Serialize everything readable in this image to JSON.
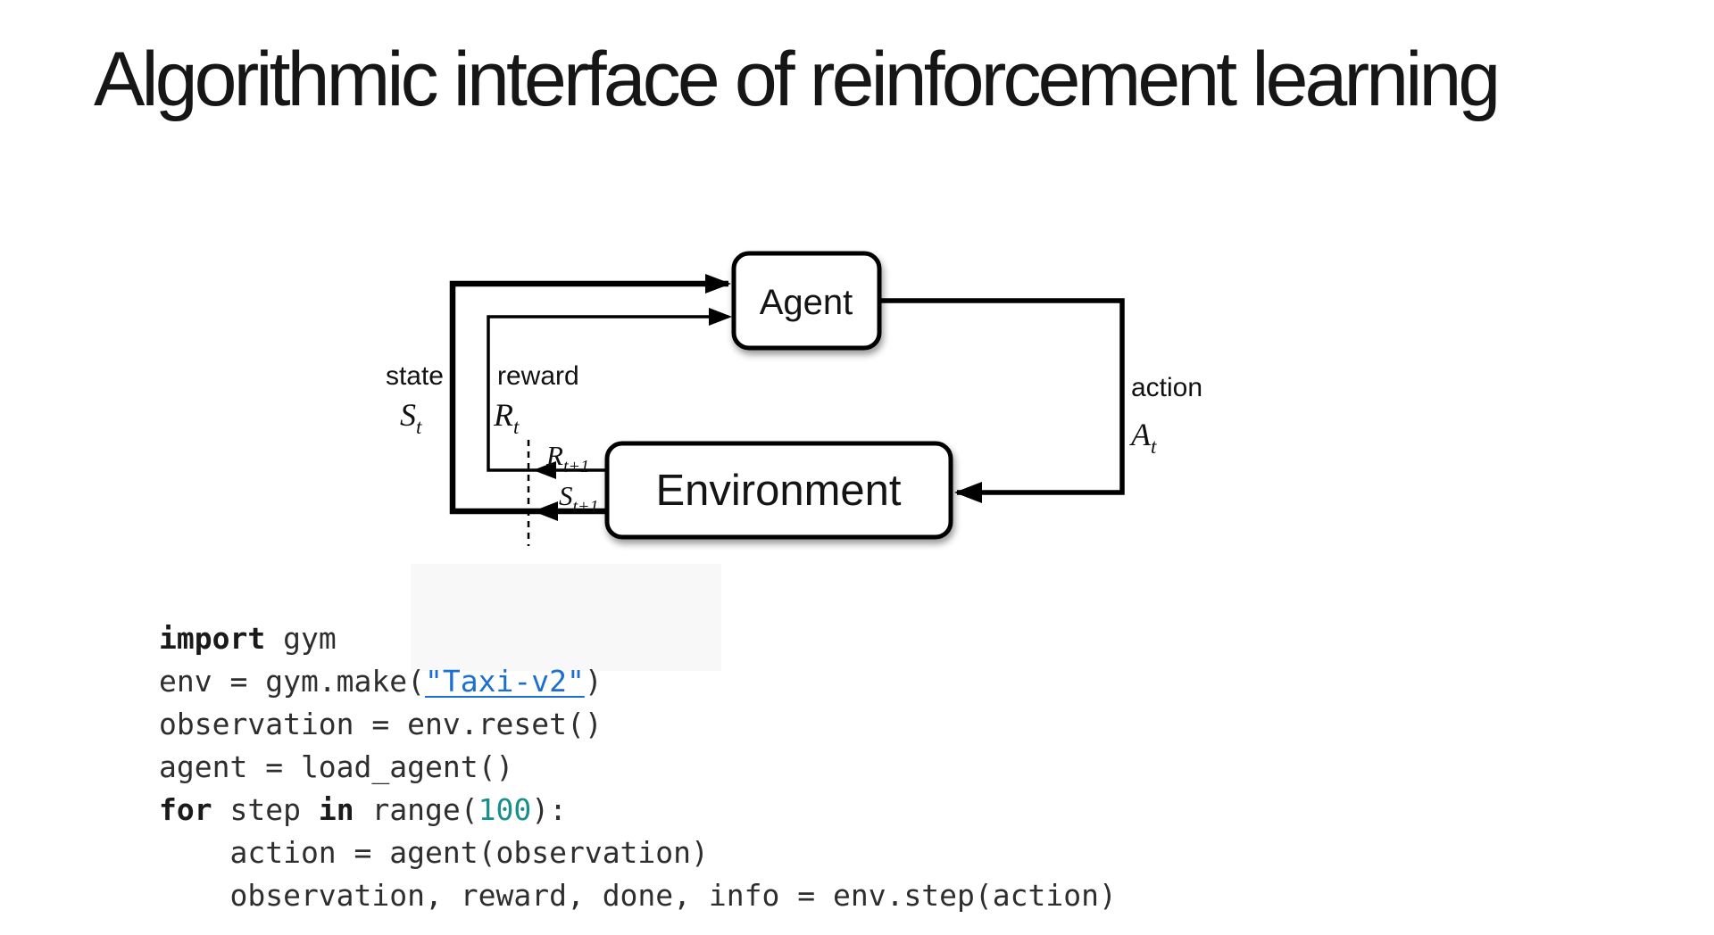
{
  "title": "Algorithmic interface of reinforcement learning",
  "diagram": {
    "agent_label": "Agent",
    "environment_label": "Environment",
    "state_label": "state",
    "state_symbol": "S",
    "state_sub": "t",
    "reward_label": "reward",
    "reward_symbol": "R",
    "reward_sub": "t",
    "next_reward_symbol": "R",
    "next_reward_sub": "t+1",
    "next_state_symbol": "S",
    "next_state_sub": "t+1",
    "action_label": "action",
    "action_symbol": "A",
    "action_sub": "t"
  },
  "code": {
    "lines": [
      [
        {
          "t": "import",
          "s": "kw"
        },
        {
          "t": " gym"
        }
      ],
      [
        {
          "t": "env = gym.make("
        },
        {
          "t": "\"Taxi-v2\"",
          "s": "link"
        },
        {
          "t": ")"
        }
      ],
      [
        {
          "t": "observation = env.reset()"
        }
      ],
      [
        {
          "t": "agent = load_agent()"
        }
      ],
      [
        {
          "t": "for",
          "s": "kw"
        },
        {
          "t": " step "
        },
        {
          "t": "in",
          "s": "kw"
        },
        {
          "t": " range("
        },
        {
          "t": "100",
          "s": "num"
        },
        {
          "t": "):"
        }
      ],
      [
        {
          "t": "    action = agent(observation)"
        }
      ],
      [
        {
          "t": "    observation, reward, done, info = env.step(action)"
        }
      ]
    ]
  },
  "colors": {
    "keyword": "#1a1a1a",
    "link_blue": "#1c6fd2",
    "number_teal": "#17908c",
    "code_text": "#2e2e2e",
    "diagram_ink": "#000000"
  }
}
